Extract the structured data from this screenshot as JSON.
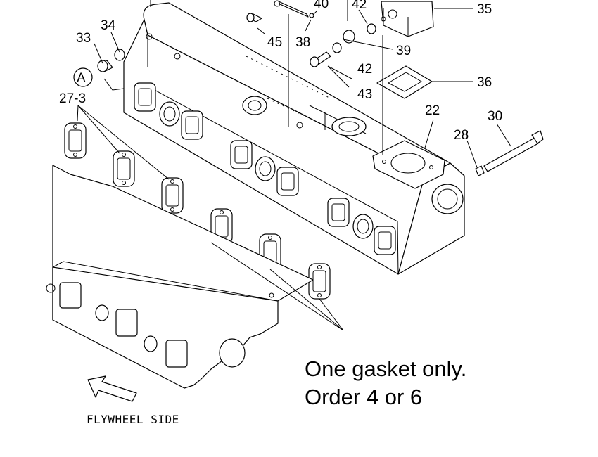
{
  "callouts": {
    "c34": "34",
    "c33": "33",
    "c40": "40",
    "c42a": "42",
    "c35": "35",
    "c45": "45",
    "c38": "38",
    "c39": "39",
    "c42b": "42",
    "c43": "43",
    "c36": "36",
    "c22": "22",
    "c30": "30",
    "c28": "28",
    "c27_3": "27-3",
    "view_a": "A"
  },
  "note": {
    "line1": "One gasket only.",
    "line2": "Order 4 or 6"
  },
  "caption": {
    "flywheel_side": "FLYWHEEL SIDE"
  }
}
